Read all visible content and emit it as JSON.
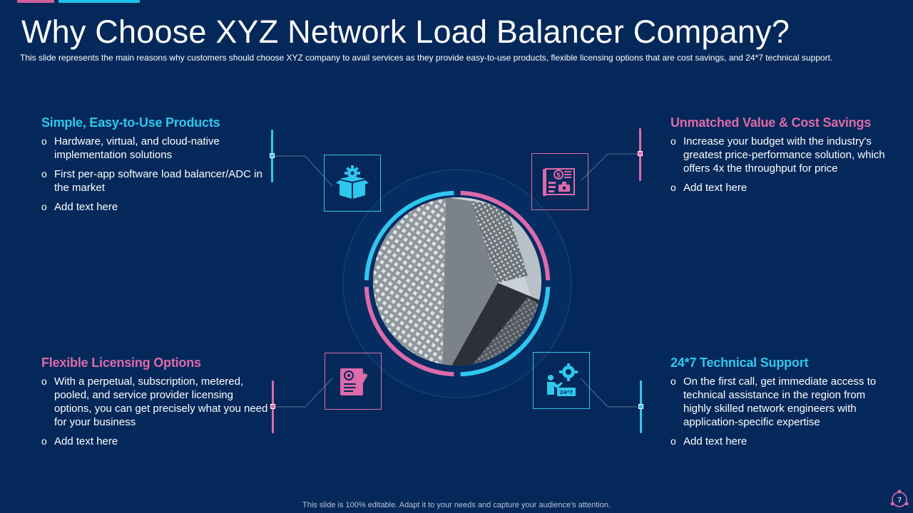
{
  "title": "Why Choose XYZ Network Load Balancer Company?",
  "subtitle": "This slide represents the main reasons why customers should choose XYZ company to avail services as they provide easy-to-use products, flexible licensing options that are cost savings, and 24*7 technical support.",
  "blocks": [
    {
      "heading": "Simple, Easy-to-Use Products",
      "items": [
        "Hardware, virtual, and cloud-native implementation solutions",
        "First per-app software load balancer/ADC in the market",
        "Add text here"
      ],
      "icon": "gear-box-icon"
    },
    {
      "heading": "Unmatched Value & Cost Savings",
      "items": [
        "Increase your budget with the industry's greatest price-performance solution, which offers 4x the throughput for price",
        "Add text here"
      ],
      "icon": "financial-plan-icon"
    },
    {
      "heading": "Flexible Licensing Options",
      "items": [
        "With a perpetual, subscription, metered, pooled, and service provider licensing options, you can get precisely what you need for your business",
        "Add text here"
      ],
      "icon": "license-document-icon"
    },
    {
      "heading": "24*7 Technical Support",
      "items": [
        "On the first call, get immediate access to technical assistance in the region from highly skilled network engineers with application-specific expertise",
        "Add text here"
      ],
      "icon": "support-24-7-icon"
    }
  ],
  "bullet": "o",
  "support_icon_label": "24*7",
  "footer": "This slide is 100% editable. Adapt it to your needs and capture your audience's attention.",
  "page_number": "7",
  "colors": {
    "background": "#05285a",
    "cyan": "#2fc7ee",
    "pink": "#de6aa9"
  }
}
